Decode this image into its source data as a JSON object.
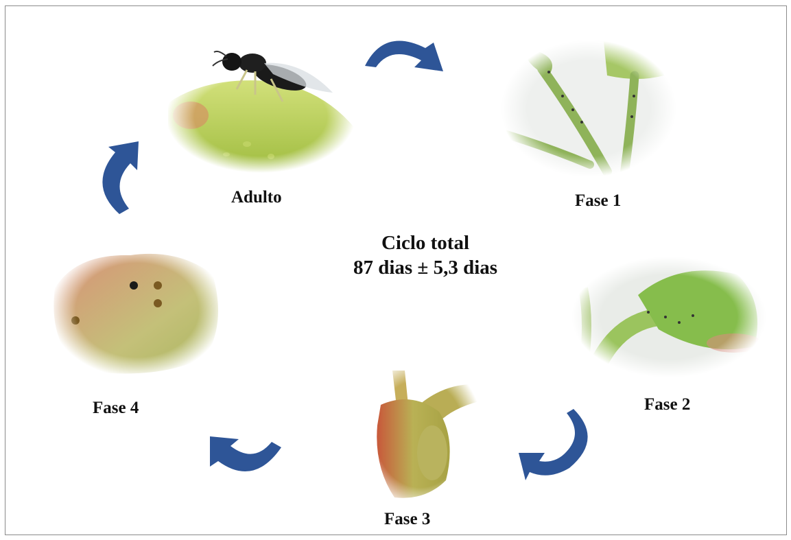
{
  "center": {
    "title": "Ciclo total",
    "duration": "87 dias ± 5,3 dias"
  },
  "stages": [
    {
      "id": "adulto",
      "label": "Adulto"
    },
    {
      "id": "fase1",
      "label": "Fase 1"
    },
    {
      "id": "fase2",
      "label": "Fase 2"
    },
    {
      "id": "fase3",
      "label": "Fase 3"
    },
    {
      "id": "fase4",
      "label": "Fase 4"
    }
  ],
  "colors": {
    "arrow": "#2e5597",
    "leaf_green": "#9ec24a",
    "stem_green": "#8fb35a",
    "gall_red": "#c97a5a",
    "insect": "#1a1a1a"
  },
  "icons": [
    "curved-arrow-icon"
  ]
}
